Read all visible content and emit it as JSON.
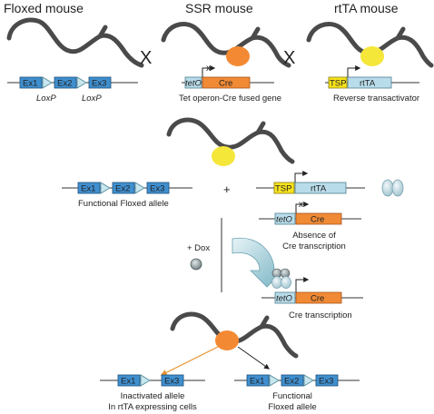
{
  "colors": {
    "exon": "#3f8fcf",
    "cre": "#f08a35",
    "rtta": "#b9dcea",
    "tsp": "#f7e31a",
    "teto": "#b9dcea",
    "rtta_protein": "#f5e63a",
    "cre_protein": "#f38a33",
    "loxp": "#c9e6ee",
    "mouse": "#4a4a4a",
    "line": "#333333"
  },
  "headers": {
    "floxed": "Floxed mouse",
    "ssr": "SSR mouse",
    "rtta": "rtTA mouse"
  },
  "cross_symbol": "X",
  "plus_symbol": "+",
  "labels": {
    "ex1": "Ex1",
    "ex2": "Ex2",
    "ex3": "Ex3",
    "loxp": "LoxP",
    "teto": "tetO",
    "cre": "Cre",
    "tsp": "TSP",
    "rtta": "rtTA",
    "no_arrow": "x",
    "dox": "+ Dox"
  },
  "captions": {
    "tet_fused": "Tet operon-Cre fused gene",
    "rev_trans": "Reverse transactivator",
    "functional_floxed": "Functional Floxed allele",
    "absence_1": "Absence of",
    "absence_2": "Cre transcription",
    "cre_transcription": "Cre transcription",
    "inactivated_1": "Inactivated allele",
    "inactivated_2": "In rtTA expressing cells",
    "functional_1": "Functional",
    "functional_2": "Floxed allele"
  }
}
